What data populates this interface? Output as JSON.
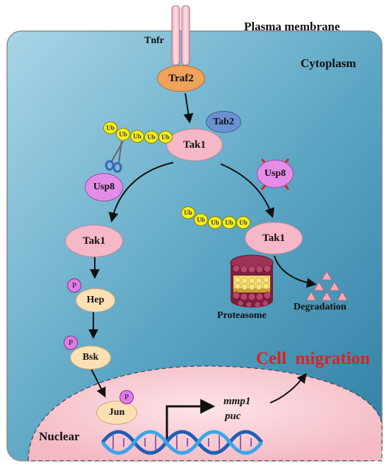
{
  "labels": {
    "plasma_membrane": "Plasma membrane",
    "cytoplasm": "Cytoplasm",
    "nuclear": "Nuclear",
    "proteasome": "Proteasome",
    "degradation": "Degradation",
    "cell_migration": "Cell  migration",
    "tnfr": "Tnfr"
  },
  "nodes": {
    "traf2": "Traf2",
    "tab2": "Tab2",
    "tak1_top": "Tak1",
    "usp8_left": "Usp8",
    "usp8_right": "Usp8",
    "tak1_left": "Tak1",
    "tak1_right": "Tak1",
    "hep": "Hep",
    "bsk": "Bsk",
    "jun": "Jun"
  },
  "phospho": [
    "P",
    "P",
    "P"
  ],
  "ubiquitin": {
    "chain_top": [
      "Ub",
      "Ub",
      "Ub",
      "Ub",
      "Ub"
    ],
    "chain_right": [
      "Ub",
      "Ub",
      "Ub",
      "Ub",
      "Ub"
    ]
  },
  "genes": [
    "mmp1",
    "puc"
  ],
  "colors": {
    "cytoplasm": "#4e9ab8",
    "nucleus": "#f6c2cc",
    "tak1": "#f6b7c6",
    "kinase": "#fbe0b4",
    "usp8": "#e48de8",
    "ubiquitin": "#f9ef1c",
    "cell_migration": "#e02020"
  },
  "icons": [
    "scissors-icon",
    "inhibition-cross-icon",
    "proteasome-icon",
    "dna-helix-icon",
    "degradation-fragments-icon"
  ]
}
